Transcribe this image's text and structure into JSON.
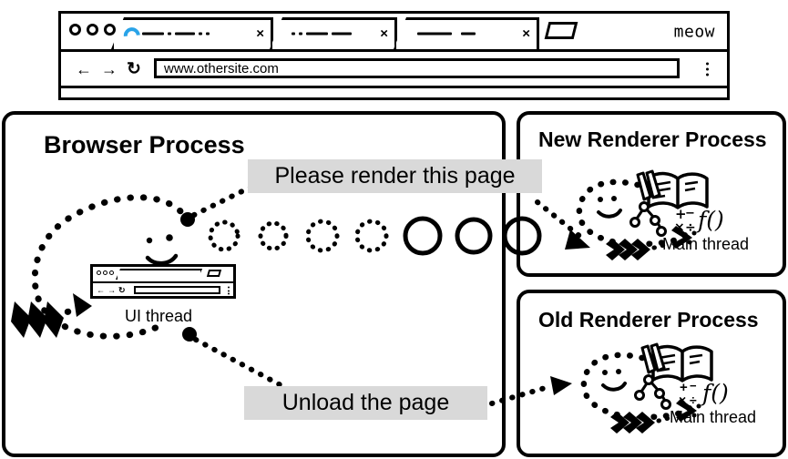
{
  "browser_window": {
    "tabs": [
      {
        "title_placeholder": "—·—··",
        "close_label": "×",
        "loading": true
      },
      {
        "title_placeholder": "··——",
        "close_label": "×",
        "loading": false
      },
      {
        "title_placeholder": "——  —",
        "close_label": "×",
        "loading": false
      }
    ],
    "new_tab_icon": "new-tab-icon",
    "brand_label": "meow",
    "nav": {
      "back_icon": "←",
      "forward_icon": "→",
      "reload_icon": "↻",
      "menu_icon": "kebab-menu-icon"
    },
    "url_value": "www.othersite.com"
  },
  "panels": {
    "browser_process": {
      "title": "Browser Process",
      "thread_label": "UI thread"
    },
    "new_renderer": {
      "title": "New Renderer Process",
      "thread_label": "Main thread"
    },
    "old_renderer": {
      "title": "Old Renderer Process",
      "thread_label": "Main thread"
    }
  },
  "callouts": {
    "render": "Please render this page",
    "unload": "Unload the page"
  },
  "ipc_chain": {
    "dotted_circles": 4,
    "solid_circles": 3
  },
  "colors": {
    "stroke": "#000000",
    "callout_bg": "#D9D9D9",
    "spinner_blue": "#29A3E8",
    "page_bg": "#FFFFFF"
  }
}
